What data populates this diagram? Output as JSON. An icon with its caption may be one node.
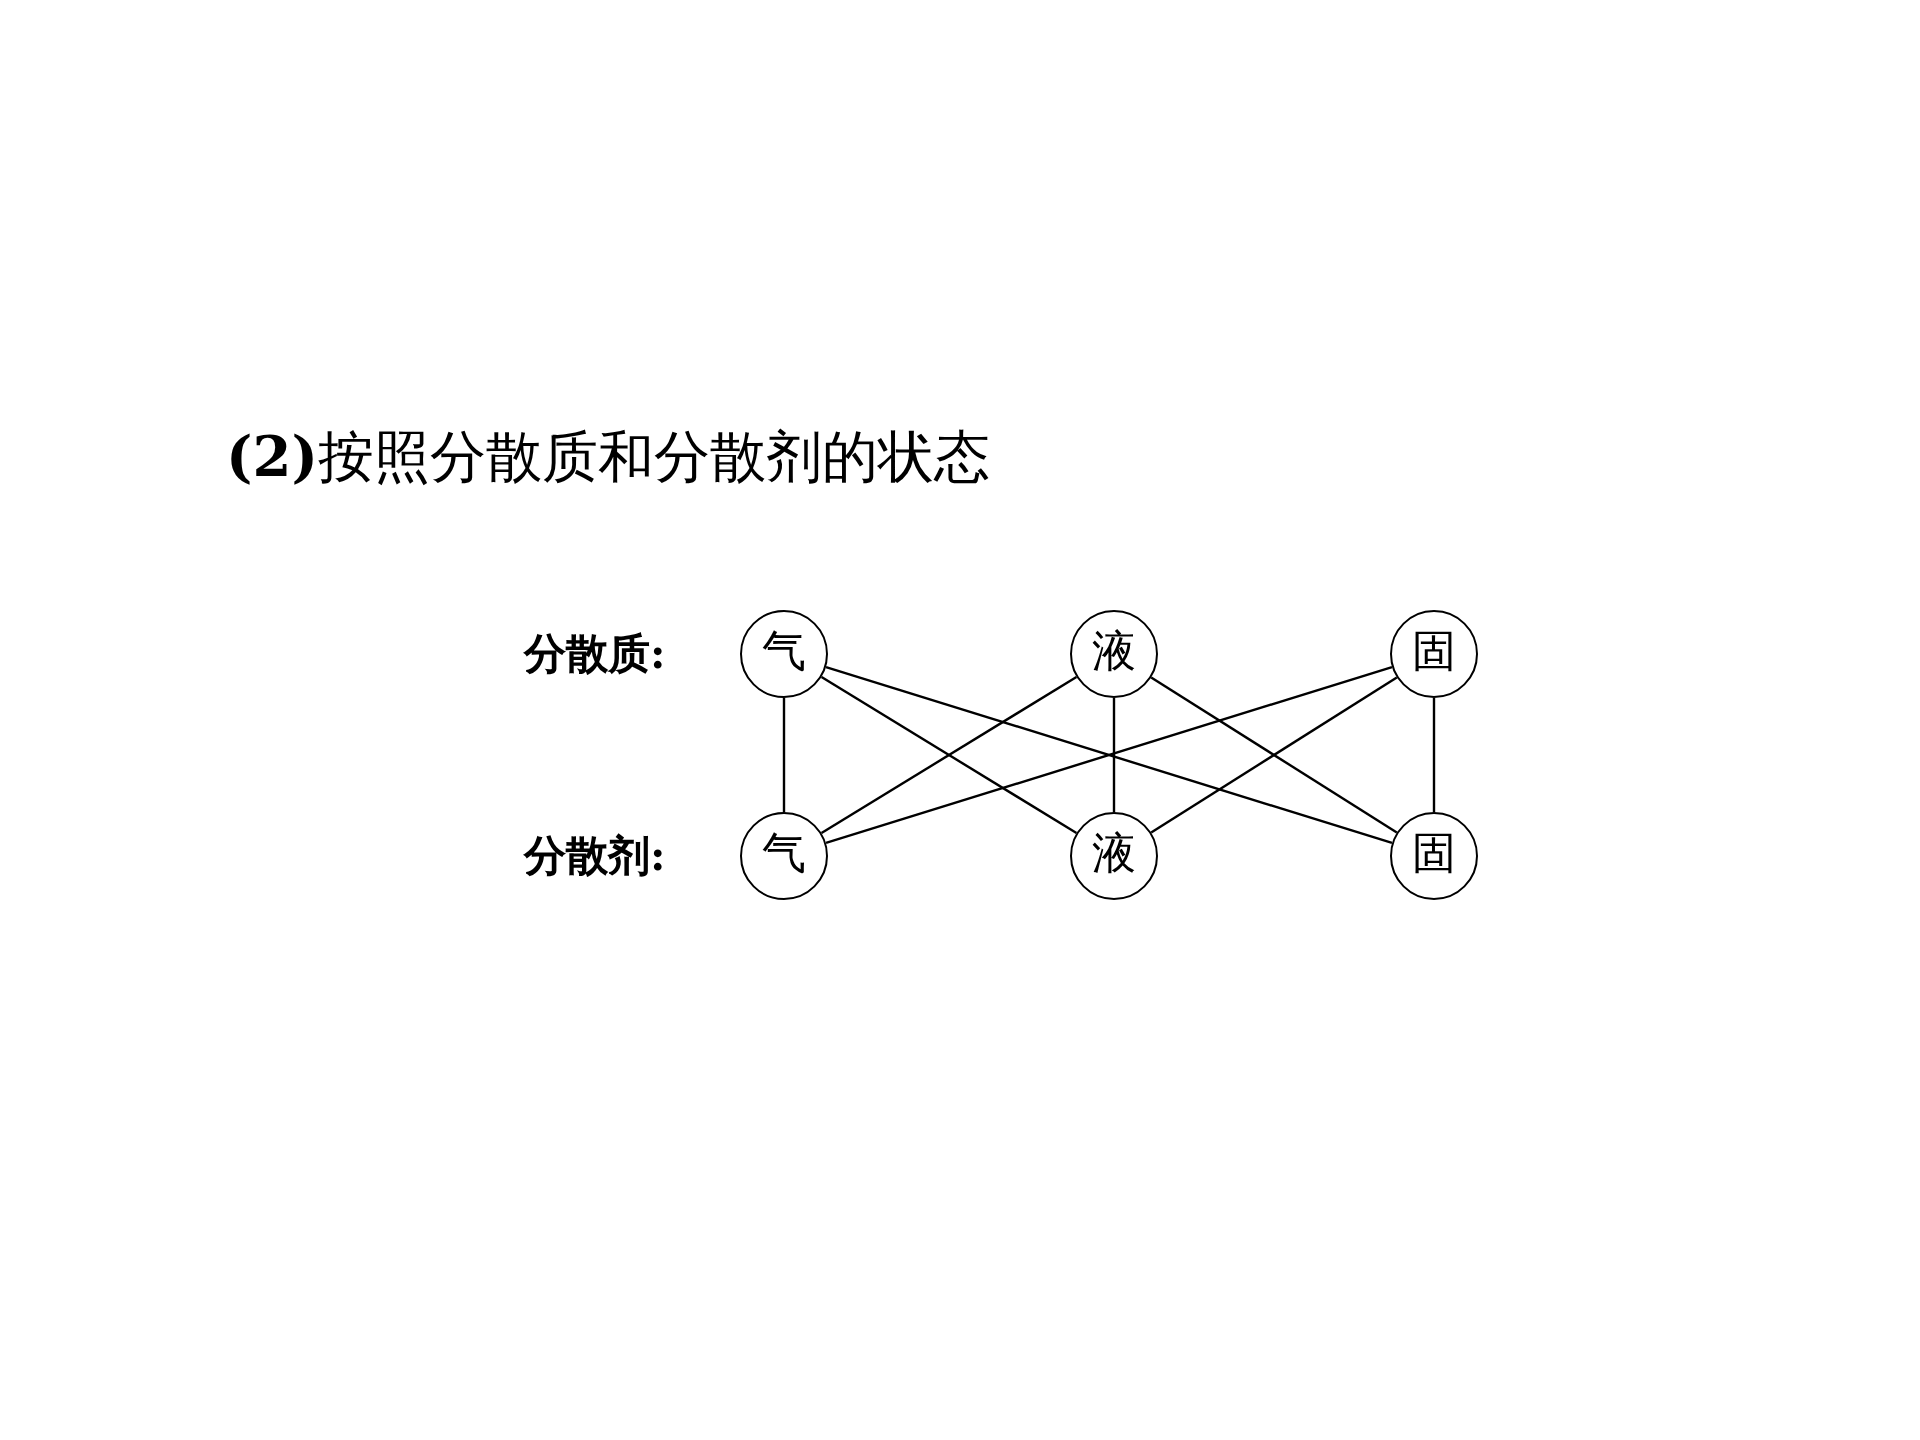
{
  "diagram": {
    "title": "**(2)**按照分散质和分散剂的状态",
    "nodes": [
      {
        "text": [
          "气"
        ]
      },
      {
        "text": [
          "液"
        ]
      },
      {
        "text": [
          "固"
        ]
      },
      {
        "text": [
          "气"
        ]
      },
      {
        "text": [
          "液"
        ]
      },
      {
        "text": [
          "固"
        ]
      }
    ],
    "edges": [
      {
        "from": 0,
        "to": 3,
        "arrow": "none"
      },
      {
        "from": 0,
        "to": 4,
        "arrow": "none"
      },
      {
        "from": 0,
        "to": 5,
        "arrow": "none"
      },
      {
        "from": 1,
        "to": 3,
        "arrow": "none"
      },
      {
        "from": 1,
        "to": 4,
        "arrow": "none"
      },
      {
        "from": 1,
        "to": 5,
        "arrow": "none"
      },
      {
        "from": 2,
        "to": 3,
        "arrow": "none"
      },
      {
        "from": 2,
        "to": 4,
        "arrow": "none"
      },
      {
        "from": 2,
        "to": 5,
        "arrow": "none"
      }
    ],
    "labels": [
      "分散质:",
      "分散剂:"
    ]
  }
}
